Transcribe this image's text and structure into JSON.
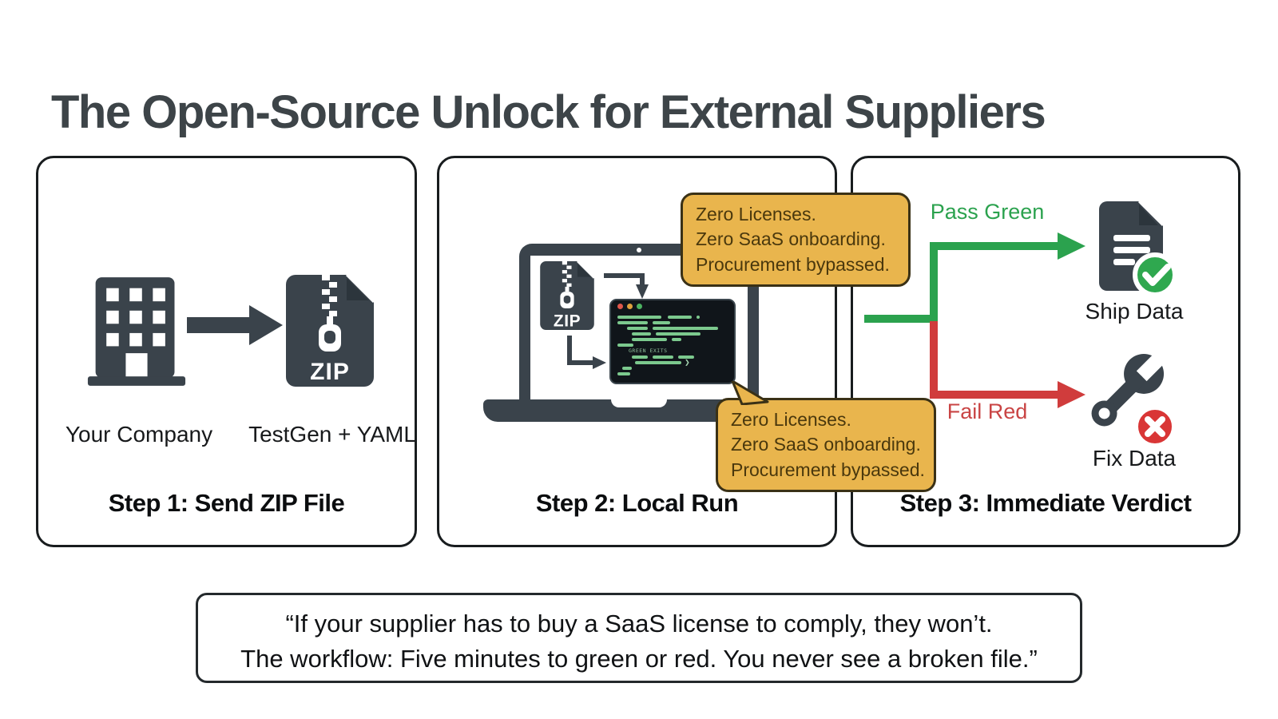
{
  "title": "The Open-Source Unlock for External Suppliers",
  "colors": {
    "ink": "#3a434b",
    "accent_green": "#2ba24e",
    "accent_red": "#d03c3c",
    "callout_bg": "#e9b54d",
    "badge_green": "#2fa84f",
    "badge_red": "#d93636"
  },
  "panels": {
    "step1": {
      "caption": "Step 1: Send ZIP File",
      "company_label": "Your Company",
      "package_label": "TestGen + YAML",
      "zip_badge": "ZIP"
    },
    "step2": {
      "caption": "Step 2: Local Run",
      "zip_badge": "ZIP",
      "terminal": {
        "prompt_text": "GREEN EXITS",
        "chevron": "❯",
        "code_lines": [
          {
            "bars": [
              [
                0,
                55
              ],
              [
                8,
                30
              ]
            ],
            "dot": true
          },
          {
            "bars": [
              [
                0,
                38
              ],
              [
                6,
                22
              ]
            ]
          },
          {
            "bars": [
              [
                12,
                26
              ],
              [
                6,
                82
              ]
            ]
          },
          {
            "bars": [
              [
                18,
                24
              ],
              [
                6,
                56
              ]
            ]
          },
          {
            "bars": [
              [
                18,
                44
              ],
              [
                6,
                12
              ]
            ]
          },
          {
            "bars": [
              [
                0,
                20
              ]
            ]
          },
          {
            "text": "GREEN EXITS",
            "indent": 14
          },
          {
            "bars": [
              [
                18,
                20
              ],
              [
                6,
                26
              ],
              [
                6,
                20
              ]
            ]
          },
          {
            "bars": [
              [
                22,
                58
              ]
            ],
            "chevron": true
          },
          {
            "bars": [
              [
                6,
                12
              ]
            ]
          },
          {
            "bars": [
              [
                0,
                16
              ]
            ]
          }
        ]
      }
    },
    "step3": {
      "caption": "Step 3: Immediate Verdict",
      "pass_label": "Pass Green",
      "fail_label": "Fail Red",
      "ship_label": "Ship Data",
      "fix_label": "Fix Data"
    }
  },
  "callouts": {
    "top": {
      "lines": [
        "Zero Licenses.",
        "Zero SaaS onboarding.",
        "Procurement bypassed."
      ]
    },
    "bottom": {
      "lines": [
        "Zero Licenses.",
        "Zero SaaS onboarding.",
        "Procurement bypassed."
      ]
    }
  },
  "quote": {
    "line1": "“If your supplier has to buy a SaaS license to comply, they won’t.",
    "line2": "The workflow: Five minutes to green or red. You never see a broken file.”"
  }
}
